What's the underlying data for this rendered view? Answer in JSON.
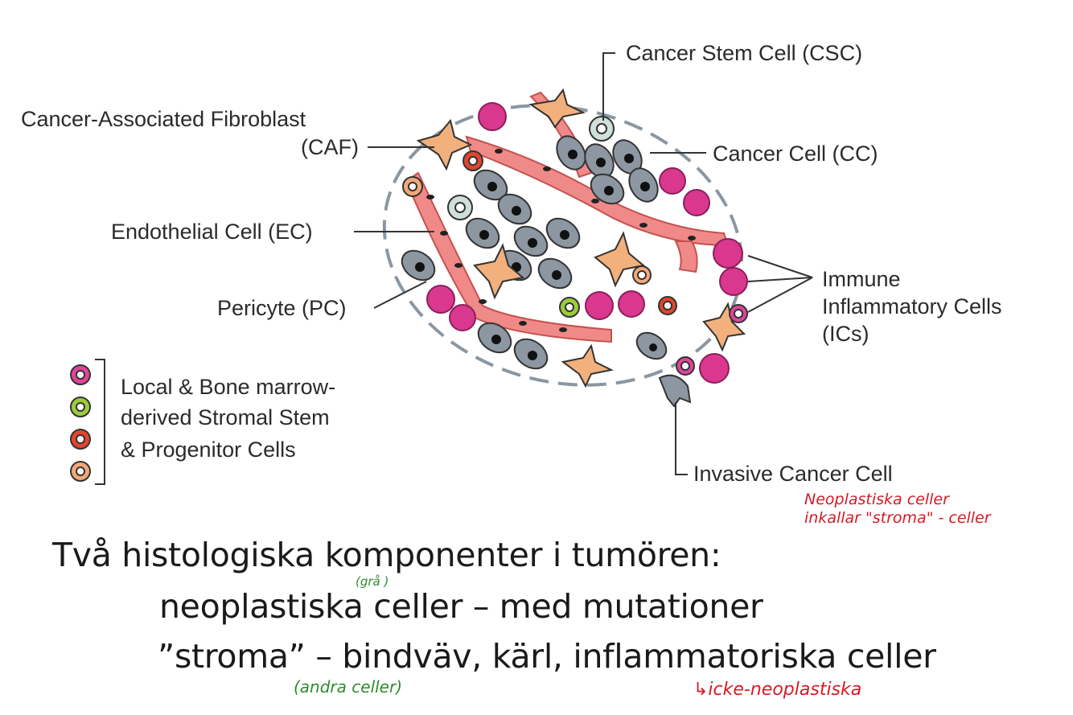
{
  "labels": {
    "csc": "Cancer Stem Cell (CSC)",
    "caf_line1": "Cancer-Associated Fibroblast",
    "caf_line2": "(CAF)",
    "cc": "Cancer Cell (CC)",
    "ec": "Endothelial Cell (EC)",
    "pc": "Pericyte (PC)",
    "ic_line1": "Immune",
    "ic_line2": "Inflammatory Cells",
    "ic_line3": "(ICs)",
    "legend_line1": "Local & Bone marrow-",
    "legend_line2": "derived Stromal Stem",
    "legend_line3": "& Progenitor Cells",
    "invasive": "Invasive Cancer Cell"
  },
  "legend_colors": [
    "#e0449a",
    "#9ccc3c",
    "#e2452e",
    "#f2a878"
  ],
  "annotations": {
    "red_note_line1": "Neoplastiska  celler",
    "red_note_line2": "inkallar  \"stroma\" - celler",
    "green_gra": "(grå )",
    "green_andra": "(andra  celler)",
    "red_icke": "↳icke-neoplastiska"
  },
  "text": {
    "heading": "Två histologiska komponenter i tumören:",
    "line1": "neoplastiska celler – med mutationer",
    "line2": "”stroma” – bindväv, kärl, inflammatoriska celler"
  }
}
